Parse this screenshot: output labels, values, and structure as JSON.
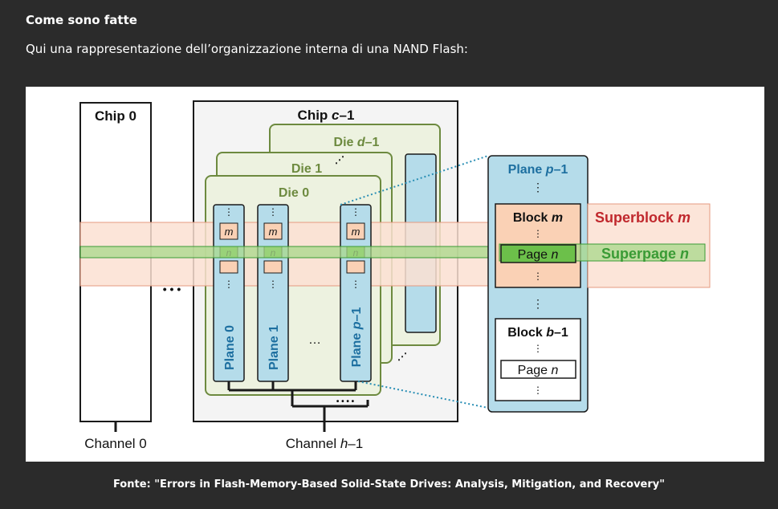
{
  "section": {
    "heading": "Come sono fatte",
    "intro": "Qui una rappresentazione dell’organizzazione interna di una NAND Flash:",
    "caption": "Fonte: \"Errors in Flash-Memory-Based Solid-State Drives: Analysis, Mitigation, and Recovery\""
  },
  "diagram": {
    "chip_first": "Chip 0",
    "chip_last_prefix": "Chip ",
    "chip_last_var": "c",
    "chip_last_suffix": "–1",
    "die_0": "Die 0",
    "die_1": "Die 1",
    "die_last_prefix": "Die ",
    "die_last_var": "d",
    "die_last_suffix": "–1",
    "plane_0": "Plane 0",
    "plane_1": "Plane 1",
    "plane_last_prefix": "Plane ",
    "plane_last_var": "p",
    "plane_last_suffix": "–1",
    "block_row_label": "m",
    "page_row_label": "n",
    "ellipsis_h": "…",
    "ellipsis_chips": "• • •",
    "ellipsis_bus": "• • • •",
    "detail_plane_prefix": "Plane ",
    "detail_plane_var": "p",
    "detail_plane_suffix": "–1",
    "detail_block_m_prefix": "Block ",
    "detail_block_m_var": "m",
    "detail_page_prefix": "Page ",
    "detail_page_var": "n",
    "detail_block_b_prefix": "Block ",
    "detail_block_b_var": "b",
    "detail_block_b_suffix": "–1",
    "superblock_prefix": "Superblock ",
    "superblock_var": "m",
    "superpage_prefix": "Superpage ",
    "superpage_var": "n",
    "channel_first": "Channel 0",
    "channel_last_prefix": "Channel ",
    "channel_last_var": "h",
    "channel_last_suffix": "–1",
    "colors": {
      "superblock_fill": "#fbe0d2",
      "superblock_text": "#c0282d",
      "superpage_fill": "#a8d88a",
      "superpage_text": "#3a9b35",
      "die_fill": "#edf2e0",
      "die_stroke": "#6d8a3f",
      "plane_fill": "#b5dcea",
      "plane_label": "#1d6fa0",
      "block_cell": "#fad1b5"
    }
  }
}
